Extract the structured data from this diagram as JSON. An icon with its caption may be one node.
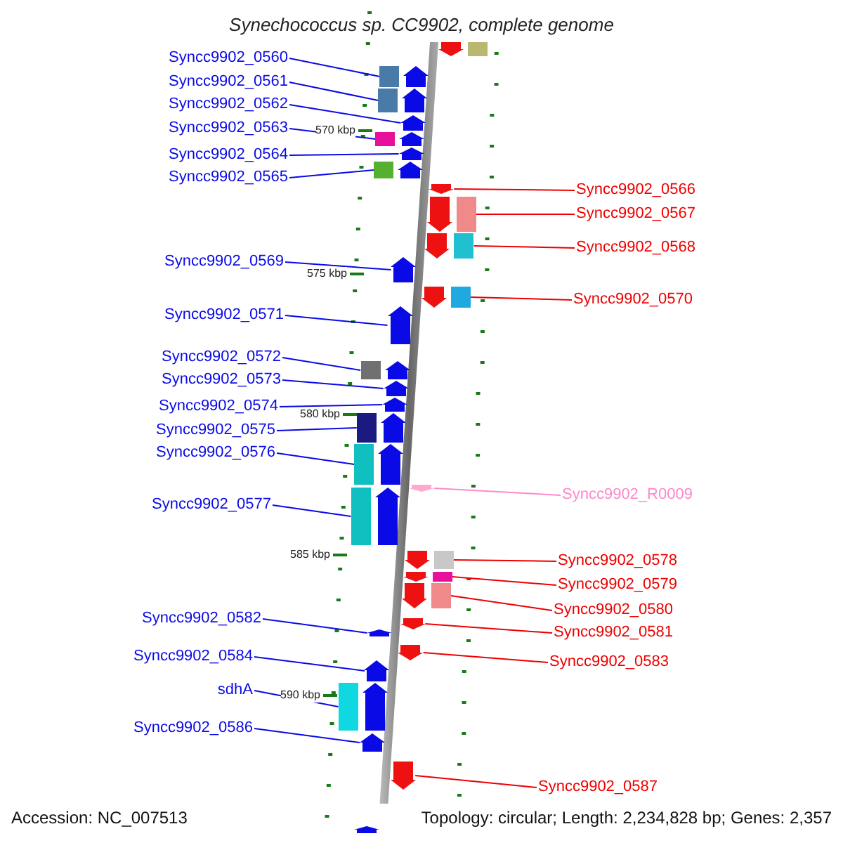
{
  "diagram": {
    "title": "Synechococcus sp. CC9902, complete genome",
    "nodes": [
      {
        "text": [],
        "shape": "arrow"
      },
      {
        "text": [
          "Syncc9902_0560"
        ]
      },
      {
        "text": [],
        "shape": "arrow"
      },
      {
        "text": [
          "Syncc9902_0561"
        ]
      },
      {
        "text": [],
        "shape": "arrow"
      },
      {
        "text": [
          "Syncc9902_0562"
        ]
      },
      {
        "text": [],
        "shape": "arrow"
      },
      {
        "text": [
          "Syncc9902_0563"
        ]
      },
      {
        "text": [],
        "shape": "arrow"
      },
      {
        "text": [
          "Syncc9902_0564"
        ]
      },
      {
        "text": [],
        "shape": "arrow"
      },
      {
        "text": [
          "Syncc9902_0565"
        ]
      },
      {
        "text": [],
        "shape": "arrow"
      },
      {
        "text": [
          "Syncc9902_0566"
        ]
      },
      {
        "text": [],
        "shape": "arrow"
      },
      {
        "text": [
          "Syncc9902_0567"
        ]
      },
      {
        "text": [],
        "shape": "arrow"
      },
      {
        "text": [
          "Syncc9902_0568"
        ]
      },
      {
        "text": [],
        "shape": "arrow"
      },
      {
        "text": [
          "Syncc9902_0569"
        ]
      },
      {
        "text": [],
        "shape": "arrow"
      },
      {
        "text": [
          "Syncc9902_0570"
        ]
      },
      {
        "text": [],
        "shape": "arrow"
      },
      {
        "text": [
          "Syncc9902_0571"
        ]
      },
      {
        "text": [],
        "shape": "arrow"
      },
      {
        "text": [
          "Syncc9902_0572"
        ]
      },
      {
        "text": [],
        "shape": "arrow"
      },
      {
        "text": [
          "Syncc9902_0573"
        ]
      },
      {
        "text": [],
        "shape": "arrow"
      },
      {
        "text": [
          "Syncc9902_0574"
        ]
      },
      {
        "text": [],
        "shape": "arrow"
      },
      {
        "text": [
          "Syncc9902_0575"
        ]
      },
      {
        "text": [],
        "shape": "arrow"
      },
      {
        "text": [
          "Syncc9902_0576"
        ]
      },
      {
        "text": [],
        "shape": "arrow"
      },
      {
        "text": [
          "Syncc9902_0577"
        ]
      },
      {
        "text": [],
        "shape": "arrow"
      },
      {
        "text": [
          "Syncc9902_R0009"
        ]
      },
      {
        "text": [],
        "shape": "arrow"
      },
      {
        "text": [
          "Syncc9902_0578"
        ]
      },
      {
        "text": [],
        "shape": "arrow"
      },
      {
        "text": [
          "Syncc9902_0579"
        ]
      },
      {
        "text": [],
        "shape": "arrow"
      },
      {
        "text": [
          "Syncc9902_0580"
        ]
      },
      {
        "text": [],
        "shape": "arrow"
      },
      {
        "text": [
          "Syncc9902_0582"
        ]
      },
      {
        "text": [],
        "shape": "arrow"
      },
      {
        "text": [
          "Syncc9902_0581"
        ]
      },
      {
        "text": [],
        "shape": "arrow"
      },
      {
        "text": [
          "Syncc9902_0584"
        ]
      },
      {
        "text": [],
        "shape": "arrow"
      },
      {
        "text": [
          "Syncc9902_0583"
        ]
      },
      {
        "text": [],
        "shape": "arrow"
      },
      {
        "text": [
          "sdhA"
        ]
      },
      {
        "text": [],
        "shape": "arrow"
      },
      {
        "text": [
          "Syncc9902_0586"
        ]
      },
      {
        "text": [],
        "shape": "arrow"
      },
      {
        "text": [
          "Syncc9902_0587"
        ]
      },
      {
        "text": [],
        "shape": "arrow"
      },
      {
        "text": [],
        "shape": "arrow"
      }
    ],
    "edges": [
      {
        "from": 1,
        "to": 2,
        "arrow": "none"
      },
      {
        "from": 3,
        "to": 4,
        "arrow": "none"
      },
      {
        "from": 5,
        "to": 6,
        "arrow": "none"
      },
      {
        "from": 7,
        "to": 8,
        "arrow": "none"
      },
      {
        "from": 9,
        "to": 10,
        "arrow": "none"
      },
      {
        "from": 11,
        "to": 12,
        "arrow": "none"
      },
      {
        "from": 13,
        "to": 14,
        "arrow": "none",
        "color": "#ee0000"
      },
      {
        "from": 15,
        "to": 16,
        "arrow": "none",
        "color": "#ee0000"
      },
      {
        "from": 17,
        "to": 18,
        "arrow": "none",
        "color": "#ee0000"
      },
      {
        "from": 19,
        "to": 20,
        "arrow": "none"
      },
      {
        "from": 21,
        "to": 22,
        "arrow": "none",
        "color": "#ee0000"
      },
      {
        "from": 23,
        "to": 24,
        "arrow": "none"
      },
      {
        "from": 25,
        "to": 26,
        "arrow": "none"
      },
      {
        "from": 27,
        "to": 28,
        "arrow": "none"
      },
      {
        "from": 29,
        "to": 30,
        "arrow": "none"
      },
      {
        "from": 31,
        "to": 32,
        "arrow": "none"
      },
      {
        "from": 33,
        "to": 34,
        "arrow": "none"
      },
      {
        "from": 35,
        "to": 36,
        "arrow": "none"
      },
      {
        "from": 37,
        "to": 38,
        "arrow": "none",
        "color": "#ff88cc"
      },
      {
        "from": 39,
        "to": 40,
        "arrow": "none",
        "color": "#ee0000"
      },
      {
        "from": 41,
        "to": 42,
        "arrow": "none",
        "color": "#ee0000"
      },
      {
        "from": 43,
        "to": 44,
        "arrow": "none",
        "color": "#ee0000"
      },
      {
        "from": 45,
        "to": 46,
        "arrow": "none"
      },
      {
        "from": 47,
        "to": 48,
        "arrow": "none",
        "color": "#ee0000"
      },
      {
        "from": 49,
        "to": 50,
        "arrow": "none"
      },
      {
        "from": 51,
        "to": 52,
        "arrow": "none",
        "color": "#ee0000"
      },
      {
        "from": 53,
        "to": 54,
        "arrow": "none"
      },
      {
        "from": 55,
        "to": 56,
        "arrow": "none"
      },
      {
        "from": 57,
        "to": 58,
        "arrow": "none",
        "color": "#ee0000"
      }
    ],
    "labels": [
      "570 kbp",
      "575 kbp",
      "580 kbp",
      "585 kbp",
      "590 kbp",
      "Accession: NC_007513",
      "Topology: circular; Length: 2,234,828 bp; Genes: 2,357"
    ]
  }
}
